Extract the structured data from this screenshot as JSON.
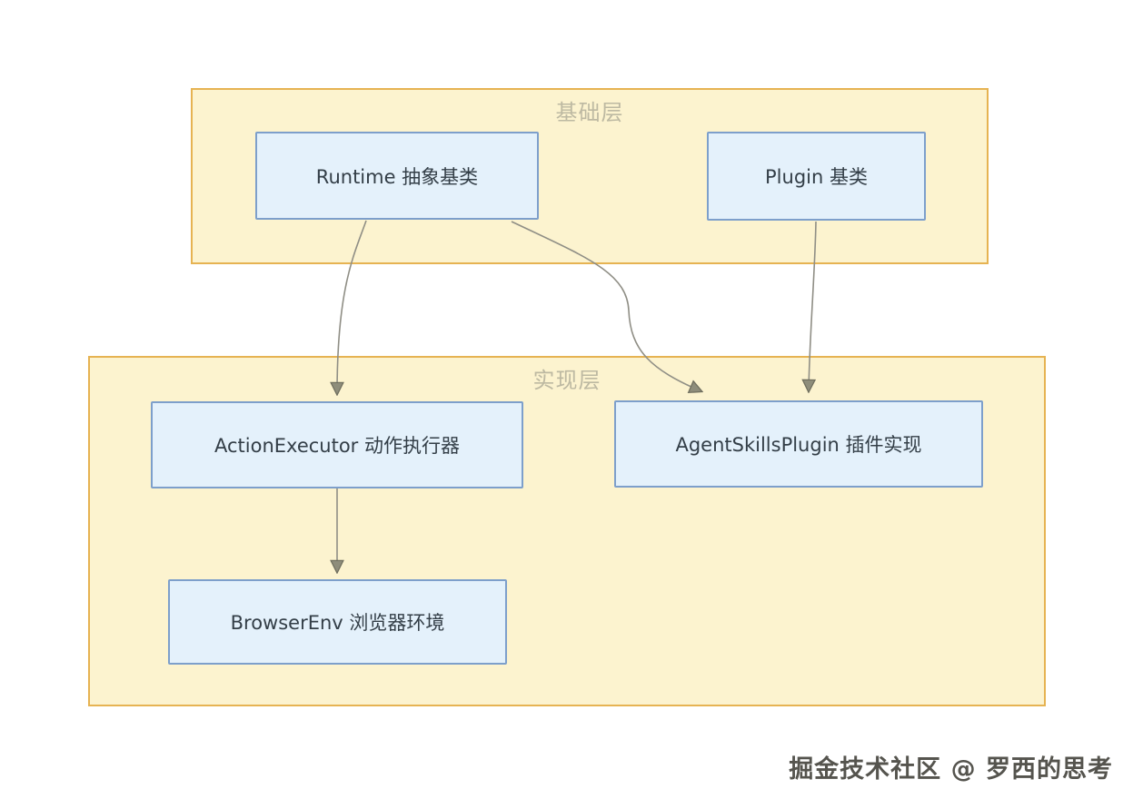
{
  "diagram": {
    "groups": [
      {
        "id": "foundation-layer",
        "label": "基础层"
      },
      {
        "id": "implementation-layer",
        "label": "实现层"
      }
    ],
    "nodes": [
      {
        "id": "runtime",
        "label": "Runtime 抽象基类",
        "group": "foundation-layer"
      },
      {
        "id": "plugin",
        "label": "Plugin 基类",
        "group": "foundation-layer"
      },
      {
        "id": "action-executor",
        "label": "ActionExecutor 动作执行器",
        "group": "implementation-layer"
      },
      {
        "id": "agent-skills-plugin",
        "label": "AgentSkillsPlugin 插件实现",
        "group": "implementation-layer"
      },
      {
        "id": "browser-env",
        "label": "BrowserEnv 浏览器环境",
        "group": "implementation-layer"
      }
    ],
    "edges": [
      {
        "from": "runtime",
        "to": "action-executor"
      },
      {
        "from": "runtime",
        "to": "agent-skills-plugin"
      },
      {
        "from": "plugin",
        "to": "agent-skills-plugin"
      },
      {
        "from": "action-executor",
        "to": "browser-env"
      }
    ],
    "colors": {
      "group_fill": "#fcf3cf",
      "group_border": "#e6b352",
      "node_fill": "#e4f1fb",
      "node_border": "#7d9fcb",
      "node_text": "#333e47",
      "group_label_text": "#b9b9ae",
      "edge_stroke": "#8f8e85",
      "arrowhead_fill": "#8e8d7b",
      "arrowhead_stroke": "#6f6e5e"
    }
  },
  "watermark": {
    "text": "掘金技术社区 @ 罗西的思考"
  }
}
